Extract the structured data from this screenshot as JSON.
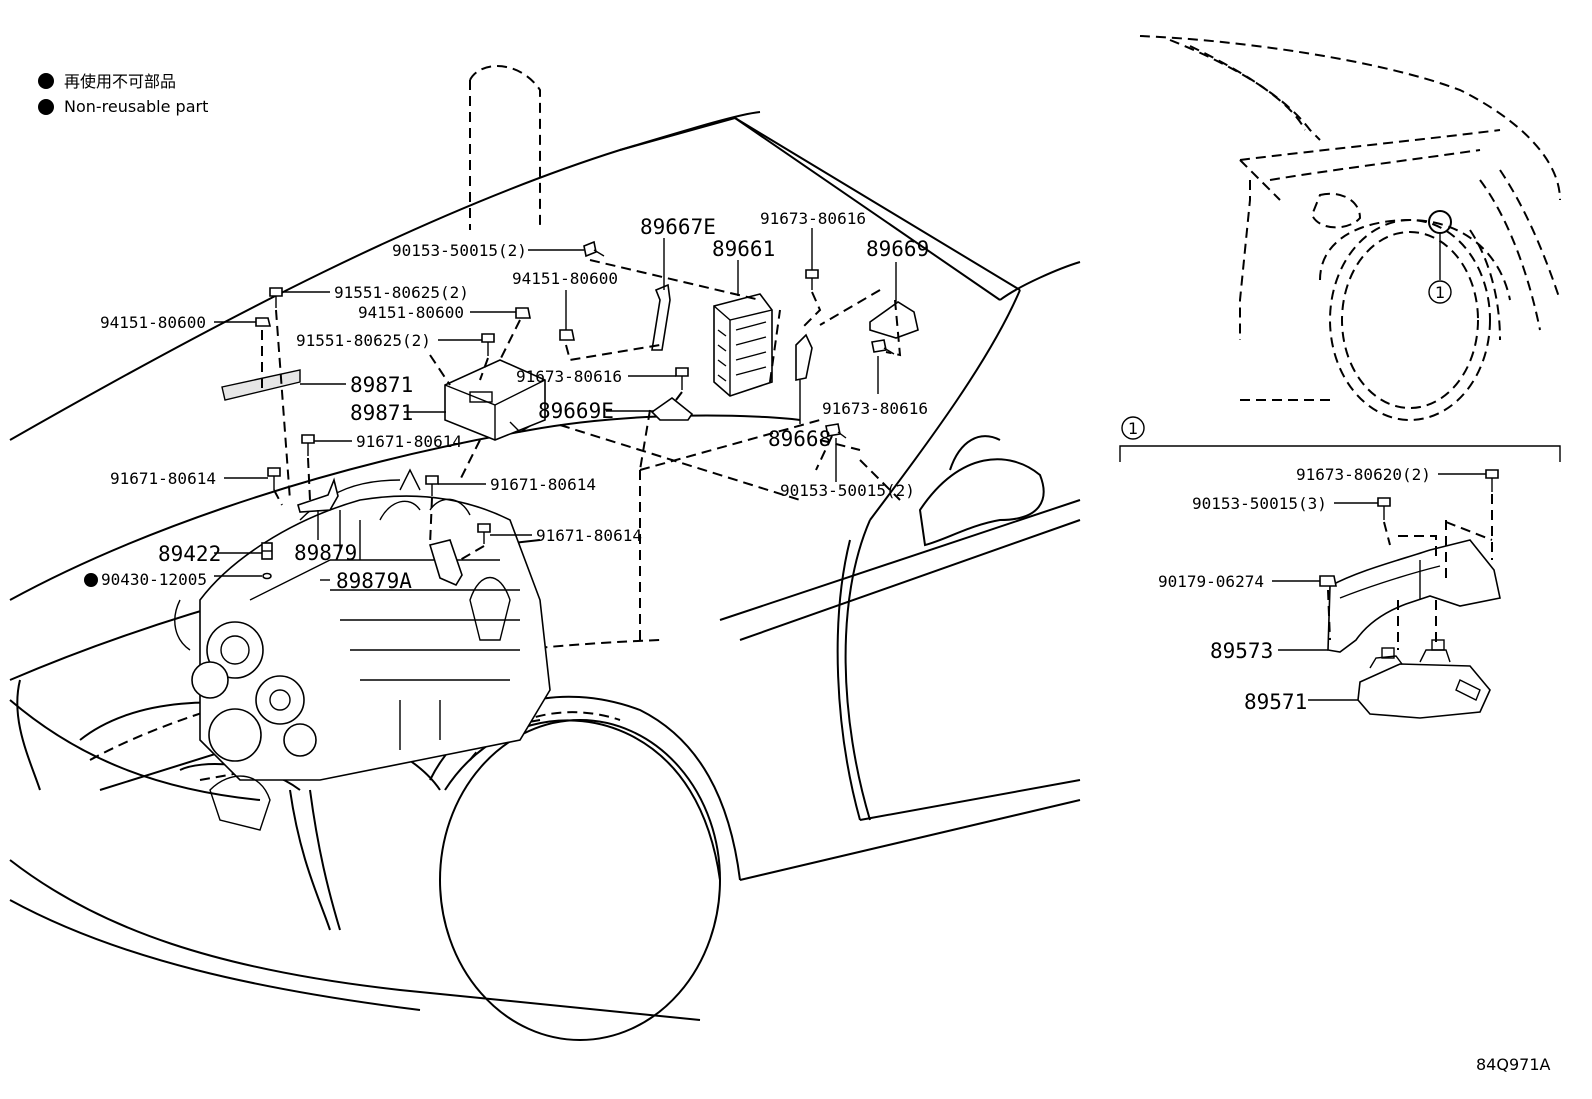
{
  "legend": {
    "jp": "再使用不可部品",
    "en": "Non-reusable part"
  },
  "callout_number": "1",
  "labels": {
    "p90153_50015_2_top": "90153-50015(2)",
    "p91551_80625_2_a": "91551-80625(2)",
    "p94151_80600_left": "94151-80600",
    "p94151_80600_mid": "94151-80600",
    "p94151_80600_ecu": "94151-80600",
    "p91551_80625_2_b": "91551-80625(2)",
    "p89871_a": "89871",
    "p89871_b": "89871",
    "p91671_80614_a": "91671-80614",
    "p91671_80614_b": "91671-80614",
    "p91671_80614_c": "91671-80614",
    "p91671_80614_d": "91671-80614",
    "p89879": "89879",
    "p89879A": "89879A",
    "p89422": "89422",
    "p90430_12005": "90430-12005",
    "p89667E": "89667E",
    "p89661": "89661",
    "p91673_80616_top": "91673-80616",
    "p89669": "89669",
    "p91673_80616_mid": "91673-80616",
    "p89669E": "89669E",
    "p91673_80616_right": "91673-80616",
    "p89668": "89668",
    "p90153_50015_2_bottom": "90153-50015(2)",
    "p91673_80620_2": "91673-80620(2)",
    "p90153_50015_3": "90153-50015(3)",
    "p90179_06274": "90179-06274",
    "p89573": "89573",
    "p89571": "89571"
  },
  "figure_code": "84Q971A"
}
